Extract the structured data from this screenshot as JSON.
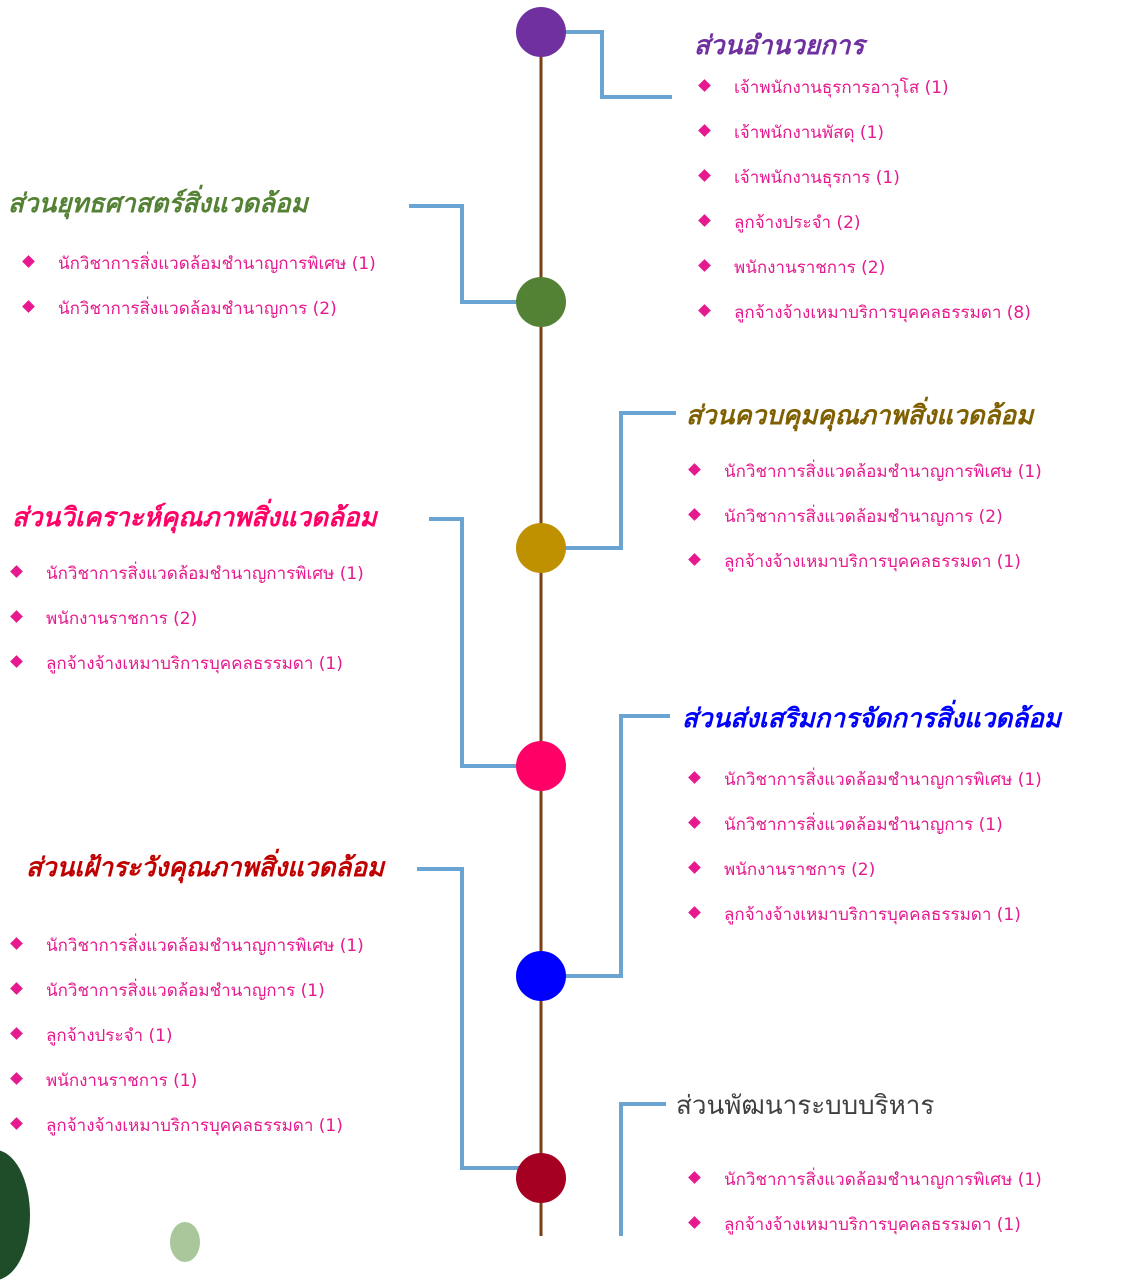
{
  "colors": {
    "spine": "#7a3f12",
    "connector": "#6aa4d2",
    "bullet": "#e6198e",
    "item_text": "#e6198e"
  },
  "sections": [
    {
      "title": "ส่วนอำนวยการ",
      "title_color": "#7030a0",
      "node_color": "#7030a0",
      "items": [
        "เจ้าพนักงานธุรการอาวุโส (1)",
        "เจ้าพนักงานพัสดุ (1)",
        "เจ้าพนักงานธุรการ (1)",
        "ลูกจ้างประจำ (2)",
        "พนักงานราชการ (2)",
        "ลูกจ้างจ้างเหมาบริการบุคคลธรรมดา (8)"
      ]
    },
    {
      "title": "ส่วนยุทธศาสตร์สิ่งแวดล้อม",
      "title_color": "#548235",
      "node_color": "#548235",
      "items": [
        "นักวิชาการสิ่งแวดล้อมชำนาญการพิเศษ (1)",
        "นักวิชาการสิ่งแวดล้อมชำนาญการ (2)"
      ]
    },
    {
      "title": "ส่วนควบคุมคุณภาพสิ่งแวดล้อม",
      "title_color": "#7f6000",
      "node_color": "#bf9000",
      "items": [
        "นักวิชาการสิ่งแวดล้อมชำนาญการพิเศษ (1)",
        "นักวิชาการสิ่งแวดล้อมชำนาญการ (2)",
        "ลูกจ้างจ้างเหมาบริการบุคคลธรรมดา (1)"
      ]
    },
    {
      "title": "ส่วนวิเคราะห์คุณภาพสิ่งแวดล้อม",
      "title_color": "#ff0066",
      "node_color": "#ff0066",
      "items": [
        "นักวิชาการสิ่งแวดล้อมชำนาญการพิเศษ (1)",
        "พนักงานราชการ (2)",
        "ลูกจ้างจ้างเหมาบริการบุคคลธรรมดา (1)"
      ]
    },
    {
      "title": "ส่วนส่งเสริมการจัดการสิ่งแวดล้อม",
      "title_color": "#0000ff",
      "node_color": "#0000ff",
      "items": [
        "นักวิชาการสิ่งแวดล้อมชำนาญการพิเศษ (1)",
        "นักวิชาการสิ่งแวดล้อมชำนาญการ (1)",
        "พนักงานราชการ (2)",
        "ลูกจ้างจ้างเหมาบริการบุคคลธรรมดา (1)"
      ]
    },
    {
      "title": "ส่วนเฝ้าระวังคุณภาพสิ่งแวดล้อม",
      "title_color": "#c00000",
      "node_color": "#a50021",
      "items": [
        "นักวิชาการสิ่งแวดล้อมชำนาญการพิเศษ (1)",
        "นักวิชาการสิ่งแวดล้อมชำนาญการ (1)",
        "ลูกจ้างประจำ (1)",
        "พนักงานราชการ (1)",
        "ลูกจ้างจ้างเหมาบริการบุคคลธรรมดา (1)"
      ]
    },
    {
      "title": "ส่วนพัฒนาระบบบริหาร",
      "title_color": "#404040",
      "node_color": "",
      "items": [
        "นักวิชาการสิ่งแวดล้อมชำนาญการพิเศษ (1)",
        "ลูกจ้างจ้างเหมาบริการบุคคลธรรมดา (1)"
      ]
    }
  ]
}
